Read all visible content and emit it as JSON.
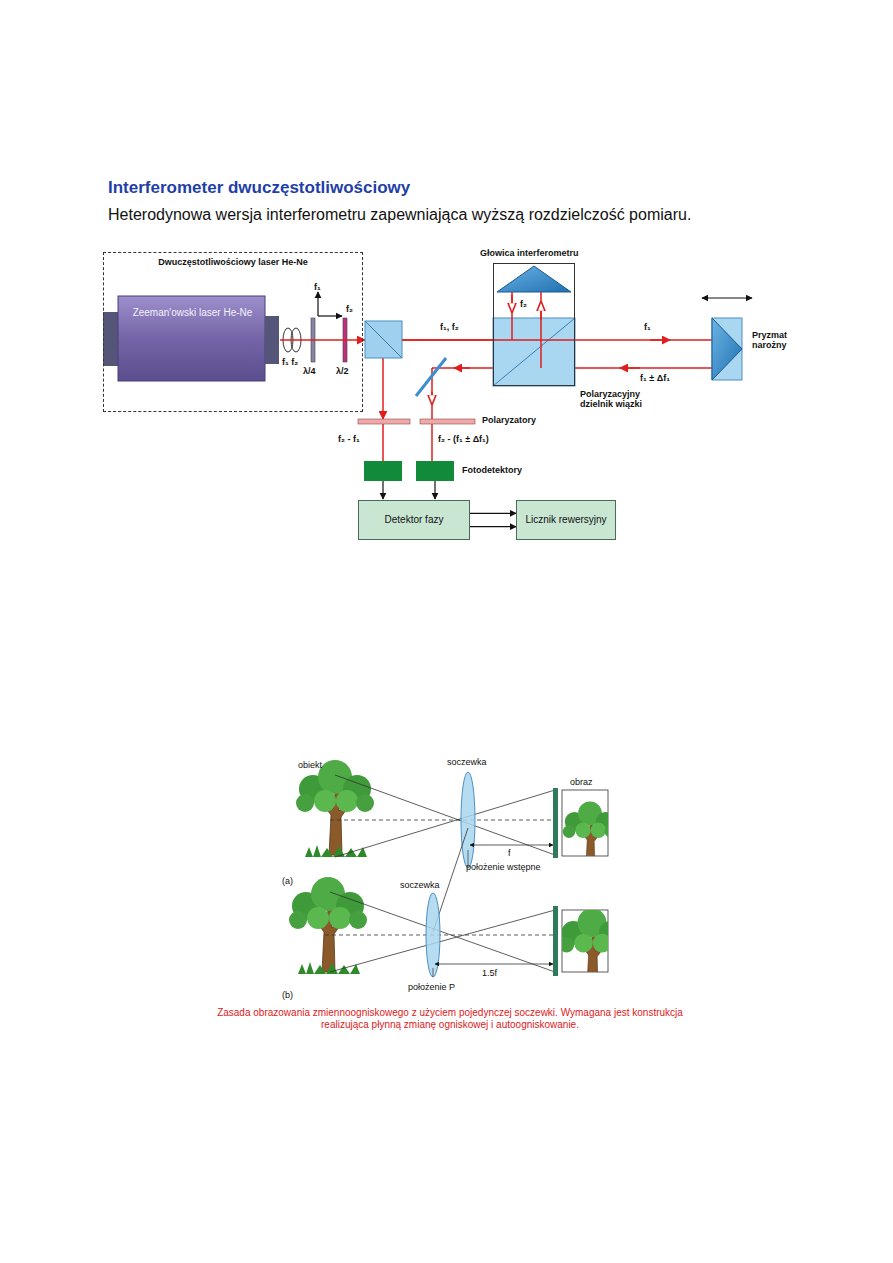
{
  "diagram": {
    "title": "Interferometer dwuczęstotliwościowy",
    "caption": "Zasada obrazowania zmiennoogniskowego z użyciem pojedynczej soczewki. Wymagana jest konstrukcja realizująca płynną zmianę ogniskowej i autoogniskowanie.",
    "nodes": [
      {
        "text": [
          "Dwuczęstotliwościowy laser He-Ne"
        ]
      },
      {
        "text": [
          "Zeeman'owski laser He-Ne"
        ],
        "in": 0
      },
      {
        "text": [
          "Głowica interferometru"
        ]
      },
      {
        "text": [
          "Detektor fazy"
        ]
      },
      {
        "text": [
          "Licznik rewersyjny"
        ]
      }
    ],
    "edges": [
      {
        "from": 3,
        "to": 4,
        "arrow": "to"
      },
      {
        "from": 3,
        "to": 4,
        "arrow": "to"
      }
    ],
    "labels": [
      "Heterodynowa wersja interferometru zapewniająca wyższą rozdzielczość pomiaru.",
      "f₁",
      "f₂",
      "f₁ f₂",
      "λ/4",
      "λ/2",
      "f₁, f₂",
      "f₂",
      "f₁",
      "Pryzmat narożny",
      "f₁ ± Δf₁",
      "Polaryzacyjny dzielnik wiązki",
      "Polaryzatory",
      "f₂ - f₁",
      "f₂ - (f₁ ± Δf₁)",
      "Fotodetektory",
      "obiekt",
      "soczewka",
      "obraz",
      "f",
      "położenie wstępne",
      "(a)",
      "soczewka",
      "1.5f",
      "(b)",
      "położenie P"
    ]
  }
}
